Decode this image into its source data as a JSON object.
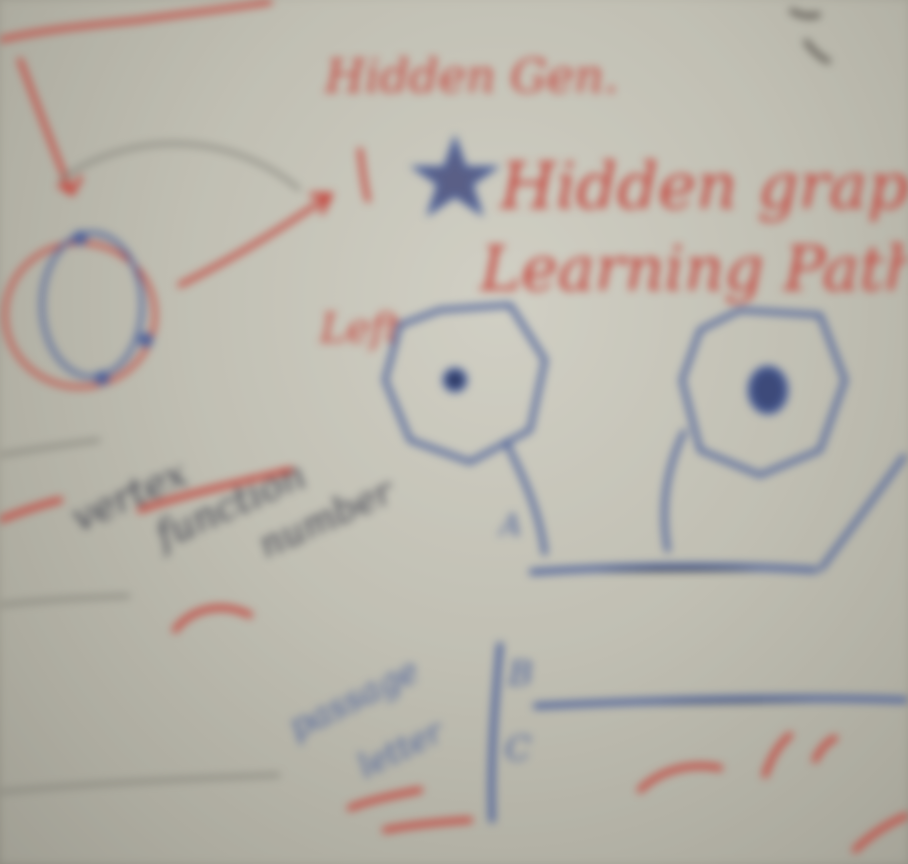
{
  "image": {
    "subject": "whiteboard",
    "focus": "blurred",
    "ink_colors": {
      "red": "#c4473f",
      "blue": "#4a5f9a",
      "dark": "#3f4150"
    },
    "surface_color": "#c6c4b8"
  },
  "writing": {
    "red_line_1": "Hidden Gen.",
    "red_line_2": "Hidden graph",
    "red_line_3": "Learning Path",
    "red_line_4": "Left",
    "dark_line_1": "vertex",
    "dark_line_2": "function",
    "dark_line_3": "number",
    "blue_line_1": "passage",
    "blue_line_2": "letter",
    "letter_b": "B",
    "letter_c": "C",
    "letter_a": "A"
  }
}
